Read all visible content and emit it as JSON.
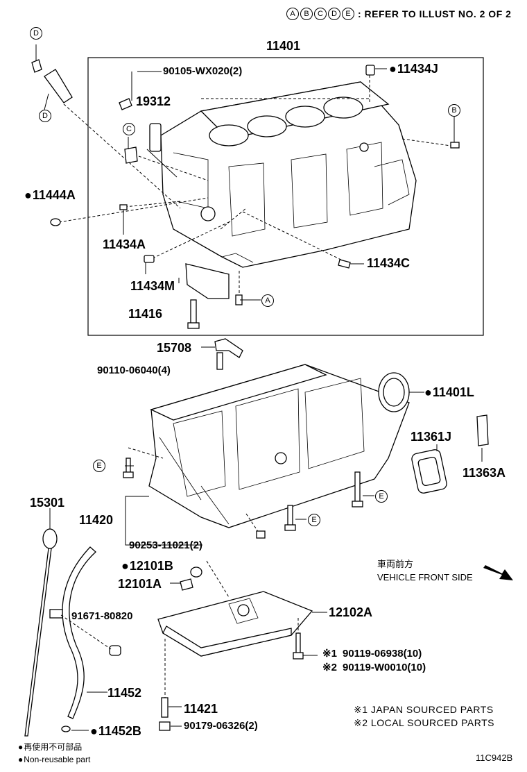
{
  "header": {
    "ref_letters": [
      "A",
      "B",
      "C",
      "D",
      "E"
    ],
    "ref_note": ": REFER TO ILLUST NO. 2 OF 2"
  },
  "parts": {
    "p11401": "11401",
    "p90105": "90105-WX020(2)",
    "p11434J": "11434J",
    "p19312": "19312",
    "p11444A": "11444A",
    "p11434A": "11434A",
    "p11434M": "11434M",
    "p11434C": "11434C",
    "p11416": "11416",
    "p15708": "15708",
    "p90110": "90110-06040(4)",
    "p11401L": "11401L",
    "p11361J": "11361J",
    "p11363A": "11363A",
    "p15301": "15301",
    "p11420": "11420",
    "p90253": "90253-11021(2)",
    "p12101B": "12101B",
    "p12101A": "12101A",
    "p91671": "91671-80820",
    "p12102A": "12102A",
    "p90119a": "90119-06938(10)",
    "p90119b": "90119-W0010(10)",
    "p11452": "11452",
    "p11421": "11421",
    "p90179": "90179-06326(2)",
    "p11452B": "11452B"
  },
  "ref_markers": {
    "d_top": "D",
    "d_mid": "D",
    "b": "B",
    "c": "C",
    "a": "A",
    "e1": "E",
    "e2": "E",
    "e3": "E"
  },
  "direction": {
    "jp": "車両前方",
    "en": "VEHICLE FRONT SIDE"
  },
  "notes": {
    "mark1": "※1",
    "mark2": "※2",
    "japan": "※1 JAPAN SOURCED PARTS",
    "local": "※2 LOCAL SOURCED PARTS"
  },
  "legend": {
    "jp": "再使用不可部品",
    "en": "Non-reusable part"
  },
  "figure_code": "11C942B"
}
